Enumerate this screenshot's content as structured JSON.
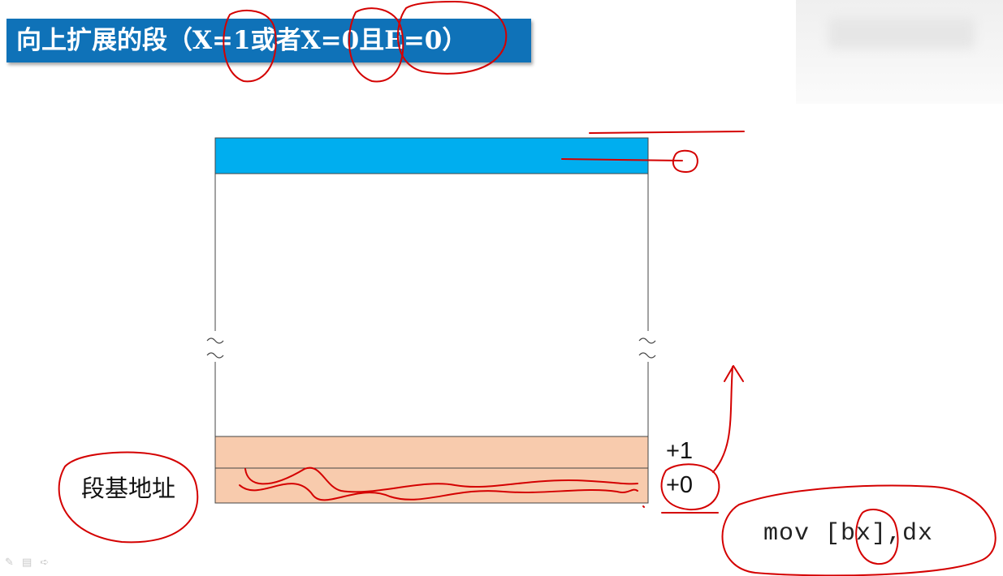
{
  "slide": {
    "title": "向上扩展的段（X=1或者X=0且E=0）"
  },
  "diagram": {
    "base_label": "段基地址",
    "offset_plus1": "+1",
    "offset_plus0": "+0",
    "instruction": "mov [bx],dx"
  },
  "colors": {
    "title_bg": "#0f72b8",
    "top_band": "#00aeef",
    "bottom_band": "#f8cbad",
    "ink": "#d40000"
  },
  "toolbar": {
    "icons": [
      "pen-icon",
      "menu-icon",
      "arrow-icon"
    ]
  }
}
